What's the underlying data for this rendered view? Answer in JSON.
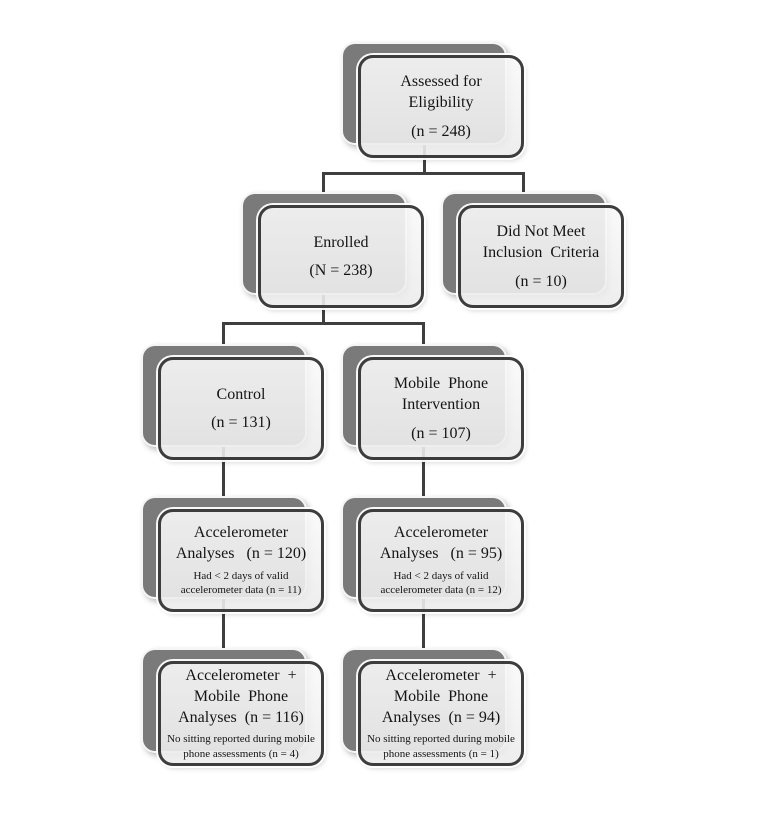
{
  "figure": {
    "type": "flowchart",
    "background": "#ffffff",
    "box_fill": "#f3f3f3",
    "box_border": "#3d3d3d",
    "shadow_fill": "#7a7a7a",
    "line_color": "#3f3f3f",
    "text_color": "#141414"
  },
  "nodes": [
    {
      "id": "assessed",
      "title": "Assessed for\nEligibility",
      "count": "(n = 248)",
      "note": ""
    },
    {
      "id": "enrolled",
      "title": "Enrolled",
      "count": "(N = 238)",
      "note": ""
    },
    {
      "id": "excluded",
      "title": "Did Not Meet\nInclusion  Criteria",
      "count": "(n = 10)",
      "note": ""
    },
    {
      "id": "control",
      "title": "Control",
      "count": "(n = 131)",
      "note": ""
    },
    {
      "id": "intervention",
      "title": "Mobile  Phone\nIntervention",
      "count": "(n = 107)",
      "note": ""
    },
    {
      "id": "accel-control",
      "title": "Accelerometer\nAnalyses   (n = 120)",
      "count": "",
      "note": "Had < 2 days of valid\naccelerometer data (n = 11)"
    },
    {
      "id": "accel-intervention",
      "title": "Accelerometer\nAnalyses   (n = 95)",
      "count": "",
      "note": "Had < 2 days of valid\naccelerometer data (n = 12)"
    },
    {
      "id": "accel-mobile-control",
      "title": "Accelerometer  +\nMobile  Phone\nAnalyses  (n = 116)",
      "count": "",
      "note": "No sitting reported during mobile\nphone assessments (n = 4)"
    },
    {
      "id": "accel-mobile-intervention",
      "title": "Accelerometer  +\nMobile  Phone\nAnalyses  (n = 94)",
      "count": "",
      "note": "No sitting reported during mobile\nphone assessments (n = 1)"
    }
  ]
}
